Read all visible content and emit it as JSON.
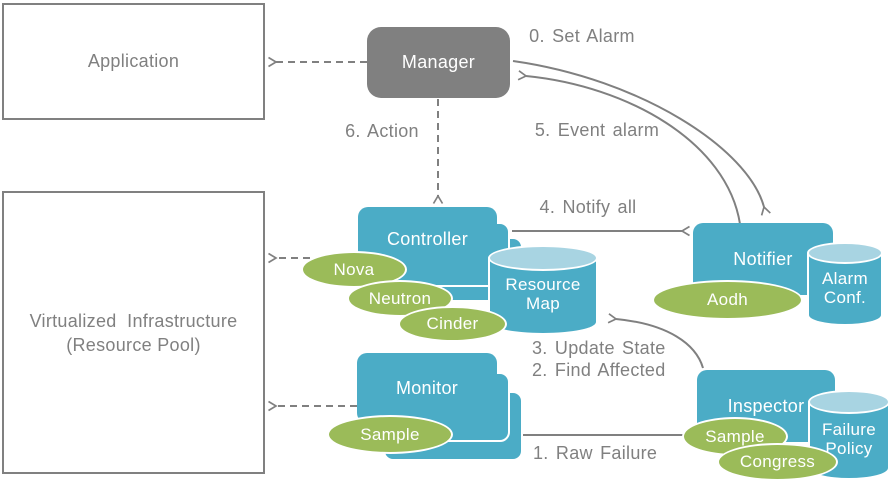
{
  "diagram": {
    "nodes": {
      "application": {
        "label": "Application"
      },
      "virtualized_infrastructure": {
        "label_line1": "Virtualized  Infrastructure",
        "label_line2": "(Resource Pool)"
      },
      "manager": {
        "label": "Manager"
      },
      "controller": {
        "label": "Controller",
        "services": {
          "nova": "Nova",
          "neutron": "Neutron",
          "cinder": "Cinder"
        }
      },
      "resource_map": {
        "label_line1": "Resource",
        "label_line2": "Map"
      },
      "notifier": {
        "label": "Notifier",
        "service": "Aodh",
        "store_line1": "Alarm",
        "store_line2": "Conf."
      },
      "monitor": {
        "label": "Monitor",
        "service": "Sample"
      },
      "inspector": {
        "label": "Inspector",
        "services": {
          "sample": "Sample",
          "congress": "Congress"
        },
        "store_line1": "Failure",
        "store_line2": "Policy"
      }
    },
    "flow_labels": {
      "step0": "0. Set Alarm",
      "step1": "1. Raw Failure",
      "step2": "2. Find Affected",
      "step3": "3. Update State",
      "step4": "4. Notify all",
      "step5": "5. Event alarm",
      "step6": "6. Action"
    },
    "colors": {
      "node_fill": "#4BACC6",
      "cylinder_top": "#A8D4E2",
      "service_fill": "#9BBB59",
      "manager_fill": "#808080",
      "line": "#808080",
      "text_gray": "#808080",
      "text_white": "#FFFFFF"
    }
  }
}
